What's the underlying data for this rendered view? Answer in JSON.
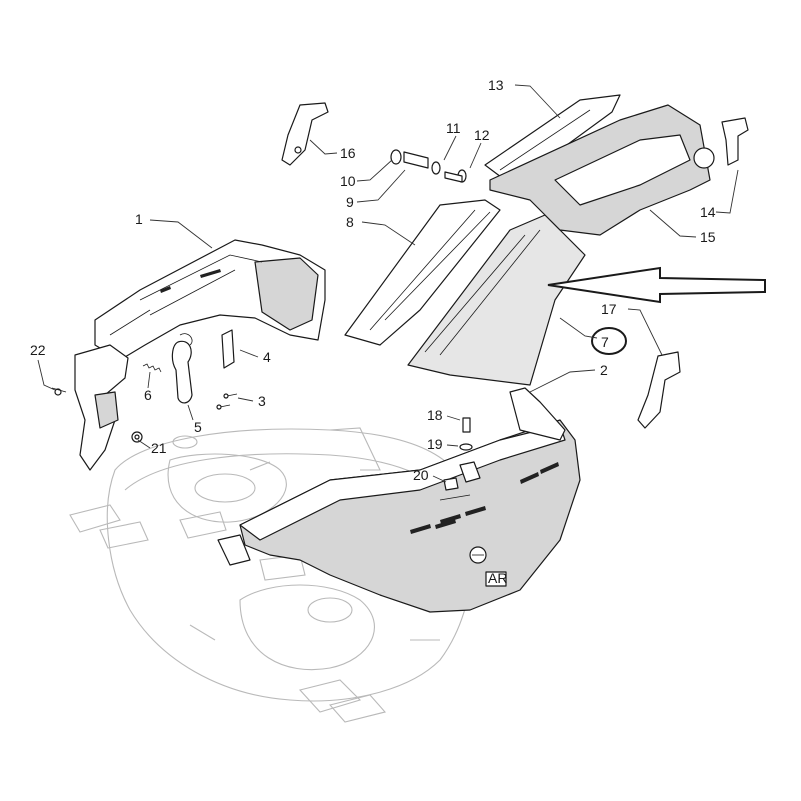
{
  "diagram": {
    "callouts": [
      "1",
      "2",
      "3",
      "4",
      "5",
      "6",
      "7",
      "8",
      "9",
      "10",
      "11",
      "12",
      "13",
      "14",
      "15",
      "16",
      "17",
      "18",
      "19",
      "20",
      "21",
      "22"
    ],
    "highlighted_callout": "7",
    "logo_text": "AR"
  }
}
